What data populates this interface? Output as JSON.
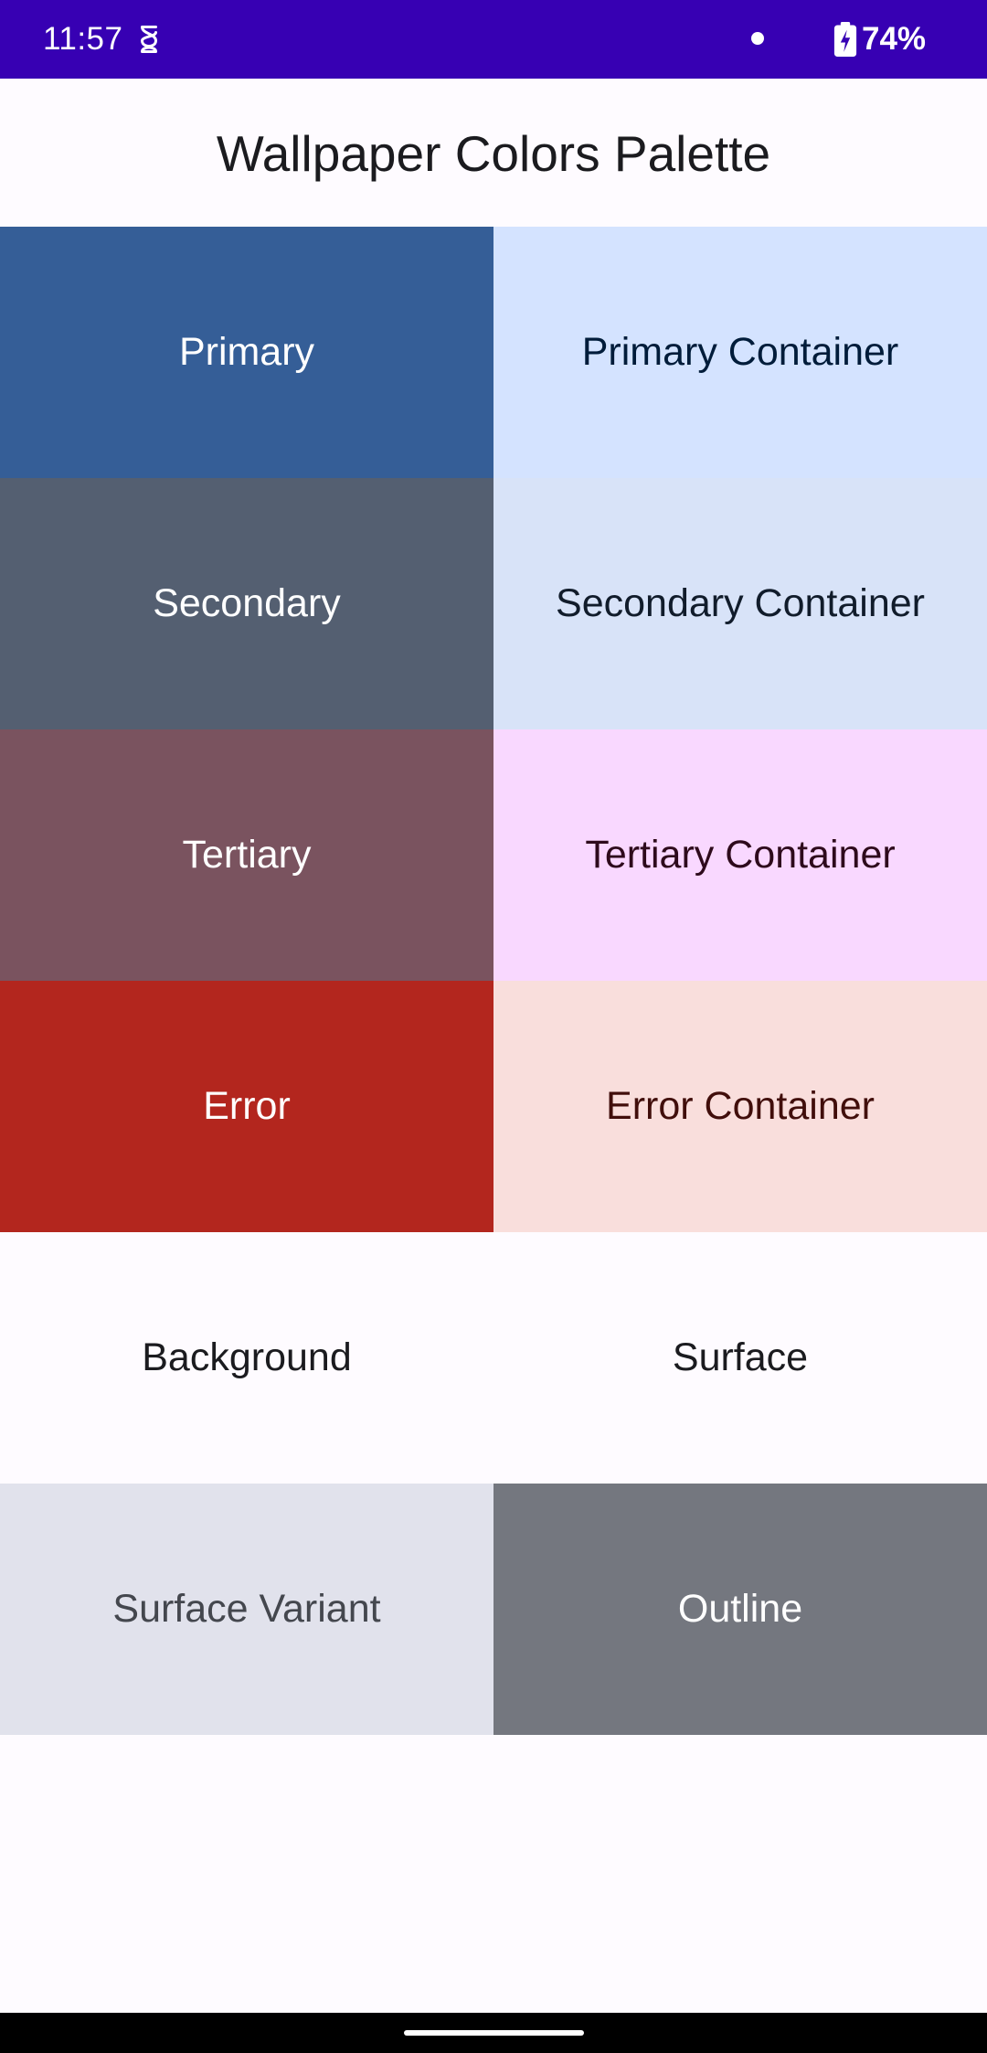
{
  "status_bar": {
    "time": "11:57",
    "battery_percent": "74%",
    "background_color": "#3700B3",
    "icons": [
      "app-notification-icon",
      "notification-dot-icon",
      "battery-charging-icon"
    ]
  },
  "app_bar": {
    "title": "Wallpaper Colors Palette"
  },
  "swatches": [
    {
      "label": "Primary",
      "bg": "#355E97",
      "fg": "#FFFFFF"
    },
    {
      "label": "Primary Container",
      "bg": "#D4E3FF",
      "fg": "#001C3A"
    },
    {
      "label": "Secondary",
      "bg": "#545F71",
      "fg": "#FFFFFF"
    },
    {
      "label": "Secondary Container",
      "bg": "#D8E3F8",
      "fg": "#111C2B"
    },
    {
      "label": "Tertiary",
      "bg": "#7A535F",
      "fg": "#FFFFFF"
    },
    {
      "label": "Tertiary Container",
      "bg": "#F9D8FF",
      "fg": "#2E0A1C"
    },
    {
      "label": "Error",
      "bg": "#B3261E",
      "fg": "#FFFFFF"
    },
    {
      "label": "Error Container",
      "bg": "#F9DEDC",
      "fg": "#410E0B"
    },
    {
      "label": "Background",
      "bg": "#FEFBFF",
      "fg": "#1B1B1F"
    },
    {
      "label": "Surface",
      "bg": "#FEFBFF",
      "fg": "#1B1B1F"
    },
    {
      "label": "Surface Variant",
      "bg": "#E1E2EC",
      "fg": "#44474E"
    },
    {
      "label": "Outline",
      "bg": "#74777F",
      "fg": "#FFFFFF"
    }
  ]
}
